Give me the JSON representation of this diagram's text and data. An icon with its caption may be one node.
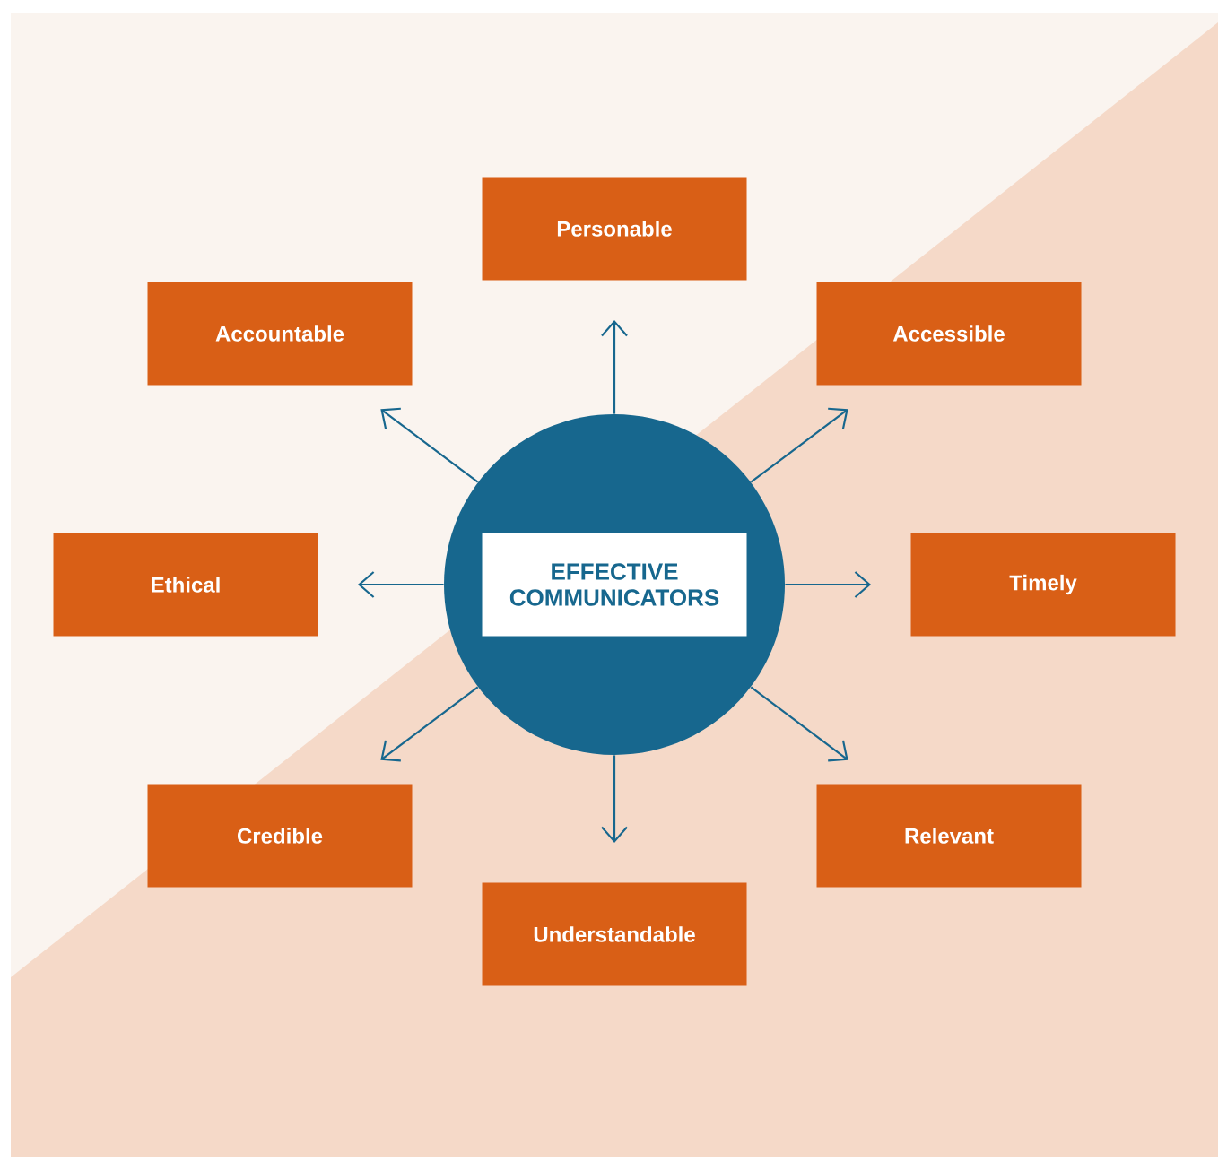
{
  "diagram": {
    "nodes": [
      {
        "text": [
          "Personable"
        ]
      },
      {
        "text": [
          "Accountable"
        ]
      },
      {
        "text": [
          "Accessible"
        ]
      },
      {
        "text": [
          "Ethical"
        ]
      },
      {
        "text": [
          "EFFECTIVE COMMUNICATORS"
        ]
      },
      {
        "text": [
          "Timely"
        ]
      },
      {
        "text": [
          "Credible"
        ]
      },
      {
        "text": [
          "Relevant"
        ]
      },
      {
        "text": [
          "Understandable"
        ]
      }
    ],
    "edges": [
      {
        "from": 4,
        "to": 0,
        "arrow": "to"
      },
      {
        "from": 4,
        "to": 1,
        "arrow": "to"
      },
      {
        "from": 4,
        "to": 2,
        "arrow": "to"
      },
      {
        "from": 4,
        "to": 3,
        "arrow": "to"
      },
      {
        "from": 4,
        "to": 5,
        "arrow": "to"
      },
      {
        "from": 4,
        "to": 6,
        "arrow": "to"
      },
      {
        "from": 4,
        "to": 7,
        "arrow": "to"
      },
      {
        "from": 4,
        "to": 8,
        "arrow": "to"
      }
    ]
  }
}
